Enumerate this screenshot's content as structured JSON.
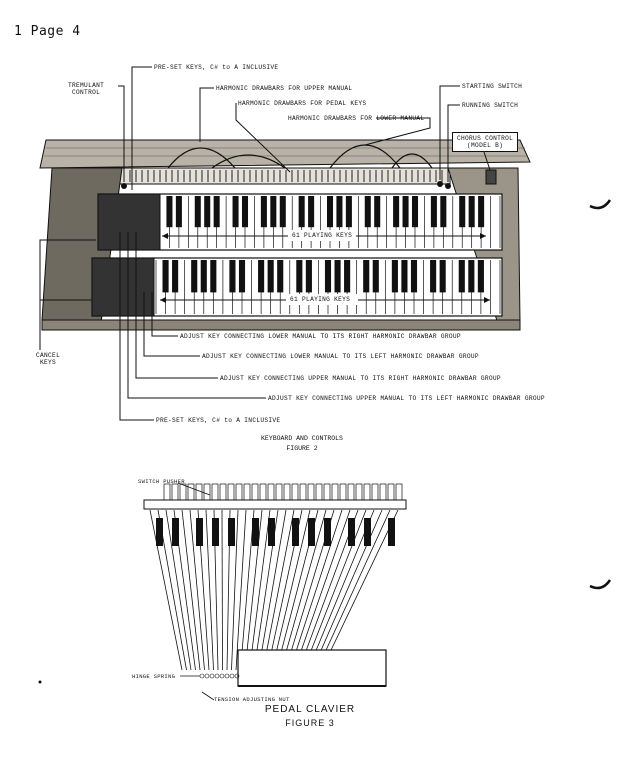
{
  "page_header": "1 Page 4",
  "figure2": {
    "labels": {
      "tremulant_control": "TREMULANT\nCONTROL",
      "preset_keys_top": "PRE-SET KEYS, C# to A INCLUSIVE",
      "drawbars_upper": "HARMONIC DRAWBARS FOR UPPER MANUAL",
      "drawbars_pedal": "HARMONIC DRAWBARS FOR PEDAL KEYS",
      "drawbars_lower": "HARMONIC DRAWBARS FOR LOWER MANUAL",
      "starting_switch": "STARTING SWITCH",
      "running_switch": "RUNNING SWITCH",
      "chorus_control": "CHORUS CONTROL\n(MODEL B)",
      "playing_keys_upper": "61 PLAYING KEYS",
      "playing_keys_lower": "61 PLAYING KEYS",
      "cancel_keys": "CANCEL\nKEYS",
      "adjust_lower_right": "ADJUST KEY CONNECTING LOWER MANUAL TO ITS RIGHT HARMONIC DRAWBAR GROUP",
      "adjust_lower_left": "ADJUST KEY CONNECTING LOWER MANUAL TO ITS LEFT HARMONIC DRAWBAR GROUP",
      "adjust_upper_right": "ADJUST KEY CONNECTING UPPER MANUAL TO ITS RIGHT HARMONIC DRAWBAR GROUP",
      "adjust_upper_left": "ADJUST KEY CONNECTING UPPER MANUAL TO ITS LEFT HARMONIC DRAWBAR GROUP",
      "preset_keys_bottom": "PRE-SET KEYS, C# to A INCLUSIVE"
    },
    "caption_line1": "KEYBOARD AND CONTROLS",
    "caption_line2": "FIGURE 2"
  },
  "figure3": {
    "labels": {
      "switch_pusher": "SWITCH PUSHER",
      "hinge_spring": "HINGE SPRING",
      "tension_nut": "TENSION ADJUSTING NUT"
    },
    "caption_line1": "PEDAL CLAVIER",
    "caption_line2": "FIGURE 3"
  },
  "colors": {
    "ink": "#111111",
    "wood": "#8a8578",
    "paper": "#ffffff"
  }
}
